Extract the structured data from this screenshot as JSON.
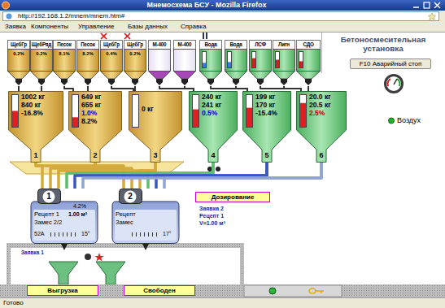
{
  "diagram": {
    "title": "Мнемосхема БСУ - Mozilla Firefox",
    "nodes": [
      {
        "text": [
          "Бетоносмесительная установка"
        ]
      },
      {
        "text": [
          "F10 Аварийный стоп"
        ],
        "in": 0
      },
      {
        "text": [
          "ЩебГр",
          "0.2%"
        ]
      },
      {
        "text": [
          "ЩебРяд",
          "0.2%"
        ]
      },
      {
        "text": [
          "Песок",
          "8.1%"
        ]
      },
      {
        "text": [
          "Песок",
          "8.2%"
        ]
      },
      {
        "text": [
          "ЩебГр",
          "0.4%"
        ]
      },
      {
        "text": [
          "ЩебГр",
          "0.2%"
        ]
      },
      {
        "text": [
          "М-400"
        ]
      },
      {
        "text": [
          "М-400"
        ]
      },
      {
        "text": [
          "Вода"
        ]
      },
      {
        "text": [
          "Вода"
        ]
      },
      {
        "text": [
          "ЛСФ"
        ]
      },
      {
        "text": [
          "Лигн"
        ]
      },
      {
        "text": [
          "СДО"
        ]
      },
      {
        "text": [
          "1002 кг",
          "840 кг",
          "-16.8%",
          "1"
        ]
      },
      {
        "text": [
          "649 кг",
          "655 кг",
          "1.0%",
          "8.2%",
          "2"
        ]
      },
      {
        "text": [
          "0 кг",
          "3"
        ]
      },
      {
        "text": [
          "240 кг",
          "241 кг",
          "0.5%",
          "4"
        ]
      },
      {
        "text": [
          "199 кг",
          "170 кг",
          "-15.4%",
          "5"
        ]
      },
      {
        "text": [
          "20.0 кг",
          "20.5 кг",
          "2.5%",
          "6"
        ]
      },
      {
        "text": [
          "1",
          "4.2%",
          "Рецепт 1",
          "1.00 м³",
          "Замес 2/2",
          "52A",
          "15°"
        ]
      },
      {
        "text": [
          "2",
          "Рецепт",
          "Замес",
          "17°"
        ]
      },
      {
        "text": [
          "Дозирование"
        ]
      },
      {
        "text": [
          "Выгрузка"
        ]
      },
      {
        "text": [
          "Свободен"
        ]
      }
    ],
    "edges": [
      {
        "from": 2,
        "to": 15,
        "arrow": "none"
      },
      {
        "from": 3,
        "to": 15,
        "arrow": "none"
      },
      {
        "from": 4,
        "to": 16,
        "arrow": "none"
      },
      {
        "from": 5,
        "to": 16,
        "arrow": "none"
      },
      {
        "from": 6,
        "to": 17,
        "arrow": "none"
      },
      {
        "from": 7,
        "to": 17,
        "arrow": "none"
      },
      {
        "from": 8,
        "to": 18,
        "arrow": "none"
      },
      {
        "from": 9,
        "to": 18,
        "arrow": "none"
      },
      {
        "from": 10,
        "to": 19,
        "arrow": "none"
      },
      {
        "from": 11,
        "to": 19,
        "arrow": "none"
      },
      {
        "from": 12,
        "to": 20,
        "arrow": "none"
      },
      {
        "from": 13,
        "to": 20,
        "arrow": "none"
      },
      {
        "from": 14,
        "to": 20,
        "arrow": "none"
      },
      {
        "from": 15,
        "to": 21,
        "arrow": "none"
      },
      {
        "from": 15,
        "to": 22,
        "arrow": "none"
      },
      {
        "from": 16,
        "to": 21,
        "arrow": "none"
      },
      {
        "from": 16,
        "to": 22,
        "arrow": "none"
      },
      {
        "from": 17,
        "to": 21,
        "arrow": "none"
      },
      {
        "from": 17,
        "to": 22,
        "arrow": "none"
      },
      {
        "from": 18,
        "to": 21,
        "arrow": "none"
      },
      {
        "from": 18,
        "to": 22,
        "arrow": "none"
      },
      {
        "from": 19,
        "to": 21,
        "arrow": "none"
      },
      {
        "from": 19,
        "to": 22,
        "arrow": "none"
      },
      {
        "from": 20,
        "to": 21,
        "arrow": "none"
      },
      {
        "from": 20,
        "to": 22,
        "arrow": "none"
      }
    ],
    "labels": [
      "http://192.168.1.2/mnem/mnem.htm#",
      "Заявка",
      "Компоненты",
      "Управление",
      "Базы данных",
      "Справка",
      "Воздух",
      "Заявка 2",
      "Рецепт 1",
      "V=1.00 м³",
      "Заявка 1",
      "Готово"
    ]
  }
}
